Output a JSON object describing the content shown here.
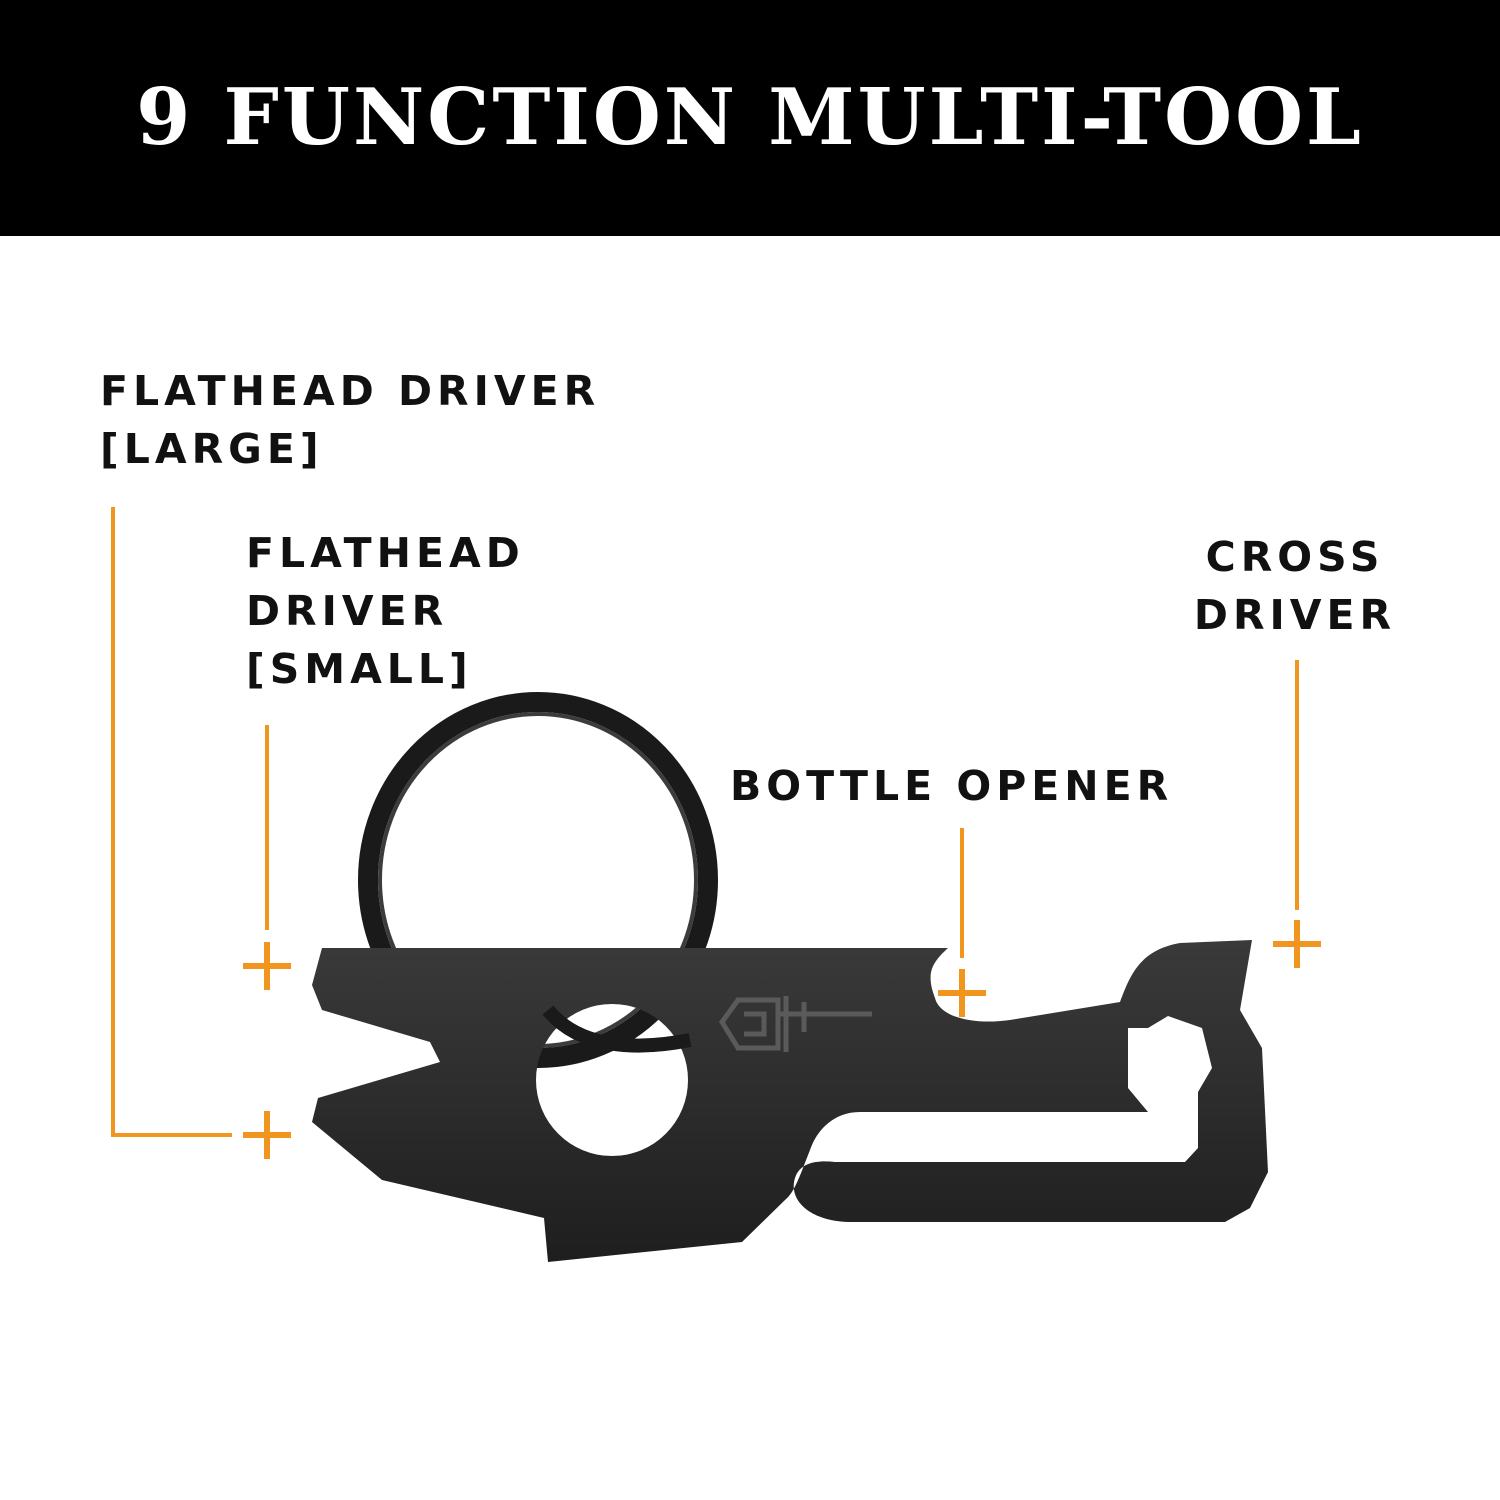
{
  "header": {
    "title": "9 FUNCTION MULTI-TOOL"
  },
  "callouts": {
    "flathead_large": {
      "line1": "FLATHEAD DRIVER",
      "line2": "[LARGE]"
    },
    "flathead_small": {
      "line1": "FLATHEAD",
      "line2": "DRIVER",
      "line3": "[SMALL]"
    },
    "bottle_opener": {
      "line1": "BOTTLE OPENER"
    },
    "cross_driver": {
      "line1": "CROSS",
      "line2": "DRIVER"
    }
  },
  "colors": {
    "header_background": "#000000",
    "header_text": "#ffffff",
    "label_text": "#111111",
    "callout_accent": "#f0961e",
    "tool_body": "#2b2b2b"
  },
  "icons": {
    "callout_marker": "plus-marker-icon",
    "brand_logo": "gerber-logo-icon"
  }
}
